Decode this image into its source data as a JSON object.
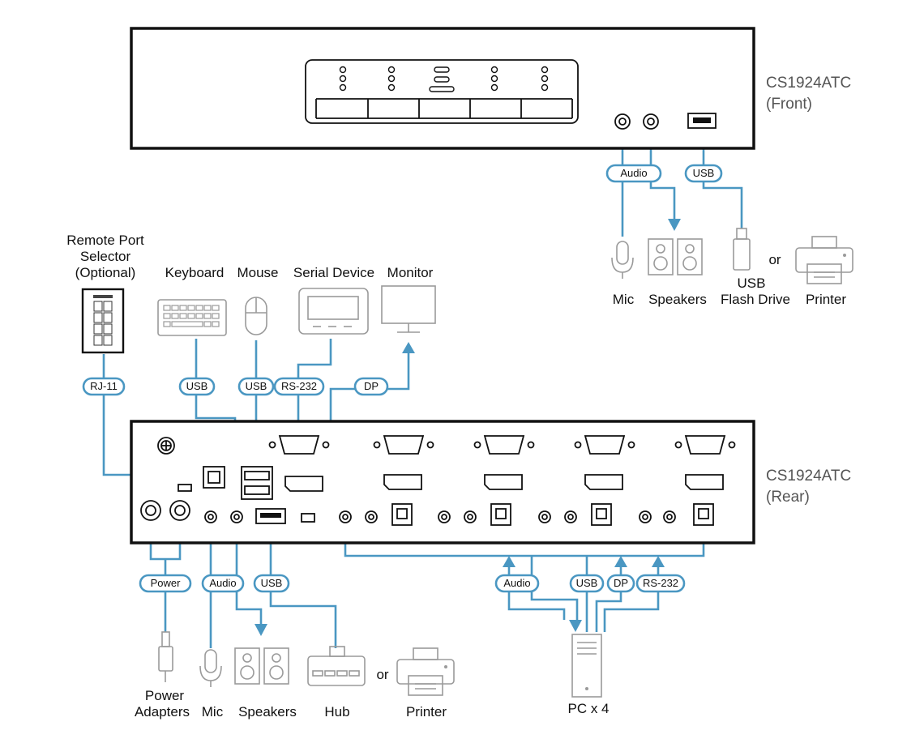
{
  "units": {
    "front_name": "CS1924ATC",
    "front_side": "(Front)",
    "rear_name": "CS1924ATC",
    "rear_side": "(Rear)"
  },
  "labels": {
    "remote_port_line1": "Remote Port",
    "remote_port_line2": "Selector",
    "remote_port_line3": "(Optional)",
    "keyboard": "Keyboard",
    "mouse": "Mouse",
    "serial_device": "Serial Device",
    "monitor": "Monitor",
    "front_mic": "Mic",
    "front_speakers": "Speakers",
    "usb_flash_line1": "USB",
    "usb_flash_line2": "Flash Drive",
    "front_or": "or",
    "front_printer": "Printer",
    "power_adapters_line1": "Power",
    "power_adapters_line2": "Adapters",
    "rear_mic": "Mic",
    "rear_speakers": "Speakers",
    "hub": "Hub",
    "rear_or": "or",
    "rear_printer": "Printer",
    "pc": "PC x 4"
  },
  "pills": {
    "front_audio": "Audio",
    "front_usb": "USB",
    "rj11": "RJ-11",
    "keyboard_usb": "USB",
    "mouse_usb": "USB",
    "rs232_top": "RS-232",
    "dp_top": "DP",
    "power": "Power",
    "rear_audio": "Audio",
    "rear_usb": "USB",
    "pc_audio": "Audio",
    "pc_usb": "USB",
    "pc_dp": "DP",
    "pc_rs232": "RS-232"
  },
  "colors": {
    "cable": "#4a97c2",
    "device_outline": "#444444",
    "unit_outline": "#111111"
  }
}
